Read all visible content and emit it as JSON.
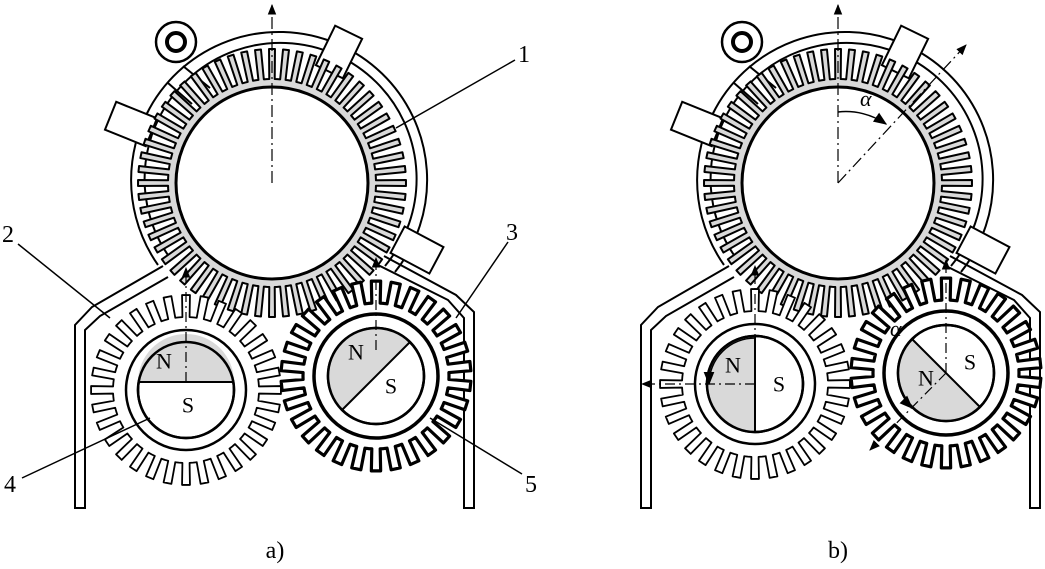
{
  "panels": [
    {
      "caption": "a)",
      "callouts": [
        "1",
        "2",
        "3",
        "4",
        "5"
      ],
      "poles_left": {
        "top": "N",
        "bottom": "S"
      },
      "poles_right": {
        "top": "N",
        "bottom": "S"
      }
    },
    {
      "caption": "b)",
      "angle_symbol": "α",
      "poles_left": {
        "top": "N",
        "bottom": "S"
      },
      "poles_right": {
        "top": "N",
        "bottom": "S"
      }
    }
  ]
}
